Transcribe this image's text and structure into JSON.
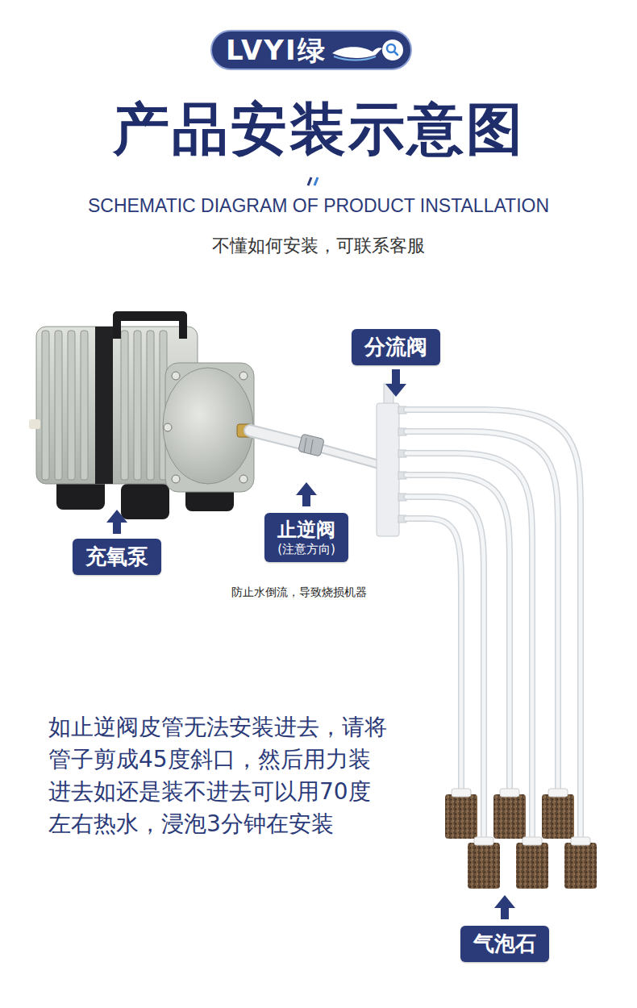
{
  "diagram": {
    "title": "产品安装示意图",
    "nodes": [
      {
        "text": [
          "LVYI绿"
        ]
      },
      {
        "text": [
          "分流阀"
        ]
      },
      {
        "text": [
          "止逆阀",
          "(注意方向)"
        ]
      },
      {
        "text": [
          "充氧泵"
        ]
      },
      {
        "text": [
          "气泡石"
        ]
      }
    ],
    "labels": [
      "SCHEMATIC DIAGRAM OF PRODUCT INSTALLATION",
      "不懂如何安装，可联系客服",
      "防止水倒流，导致烧损机器",
      "如止逆阀皮管无法安装进去，请将管子剪成45度斜口，然后用力装进去如还是装不进去可以用70度左右热水，浸泡3分钟在安装"
    ]
  }
}
